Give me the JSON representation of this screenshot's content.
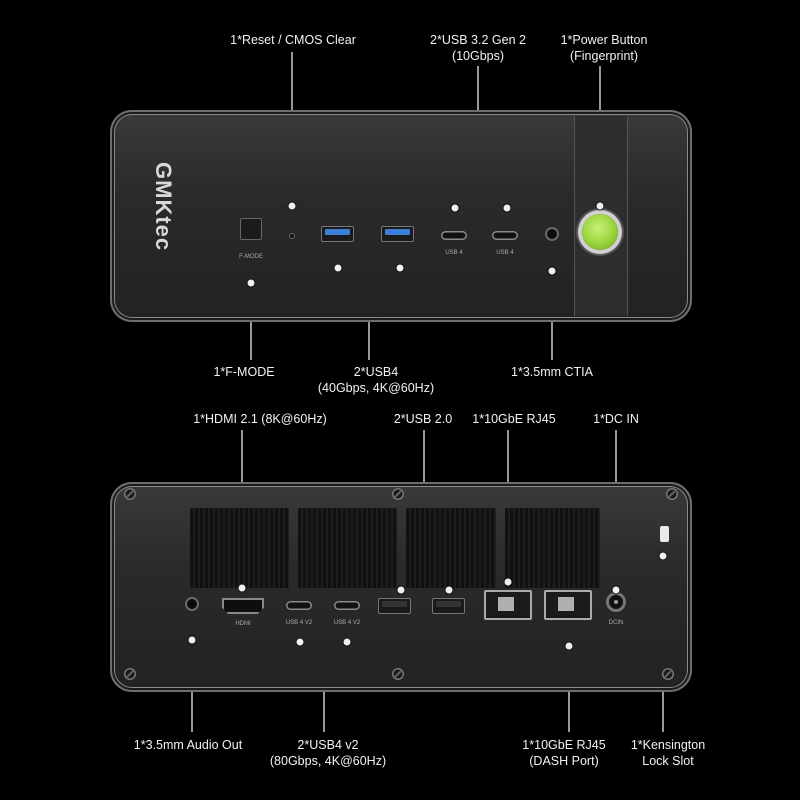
{
  "brand": {
    "logo": "GMKtec"
  },
  "front_panel": {
    "port_marks": {
      "fmode": "F-MODE",
      "usb4_a": "USB 4",
      "usb4_b": "USB 4"
    },
    "callouts": {
      "reset": {
        "line1": "1*Reset / CMOS Clear"
      },
      "usb32": {
        "line1": "2*USB 3.2 Gen 2",
        "line2": "(10Gbps)"
      },
      "power": {
        "line1": "1*Power Button",
        "line2": "(Fingerprint)"
      },
      "fmode": {
        "line1": "1*F-MODE"
      },
      "usb4": {
        "line1": "2*USB4",
        "line2": "(40Gbps, 4K@60Hz)"
      },
      "ctia": {
        "line1": "1*3.5mm CTIA"
      }
    }
  },
  "rear_panel": {
    "port_marks": {
      "hdmi": "HDMI",
      "usb4v2_a": "USB 4 V2",
      "usb4v2_b": "USB 4 V2",
      "dcin": "DCIN"
    },
    "callouts": {
      "hdmi": {
        "line1": "1*HDMI 2.1 (8K@60Hz)"
      },
      "usb20": {
        "line1": "2*USB 2.0"
      },
      "rj45": {
        "line1": "1*10GbE RJ45"
      },
      "dcin": {
        "line1": "1*DC IN"
      },
      "audio": {
        "line1": "1*3.5mm Audio Out"
      },
      "usb4v2": {
        "line1": "2*USB4 v2",
        "line2": "(80Gbps, 4K@60Hz)"
      },
      "rj45dash": {
        "line1": "1*10GbE RJ45",
        "line2": "(DASH Port)"
      },
      "kensington": {
        "line1": "1*Kensington",
        "line2": "Lock Slot"
      }
    }
  },
  "colors": {
    "background": "#000000",
    "usb3_blue": "#3c7fd9",
    "power_button_green": "#9ad33a"
  }
}
